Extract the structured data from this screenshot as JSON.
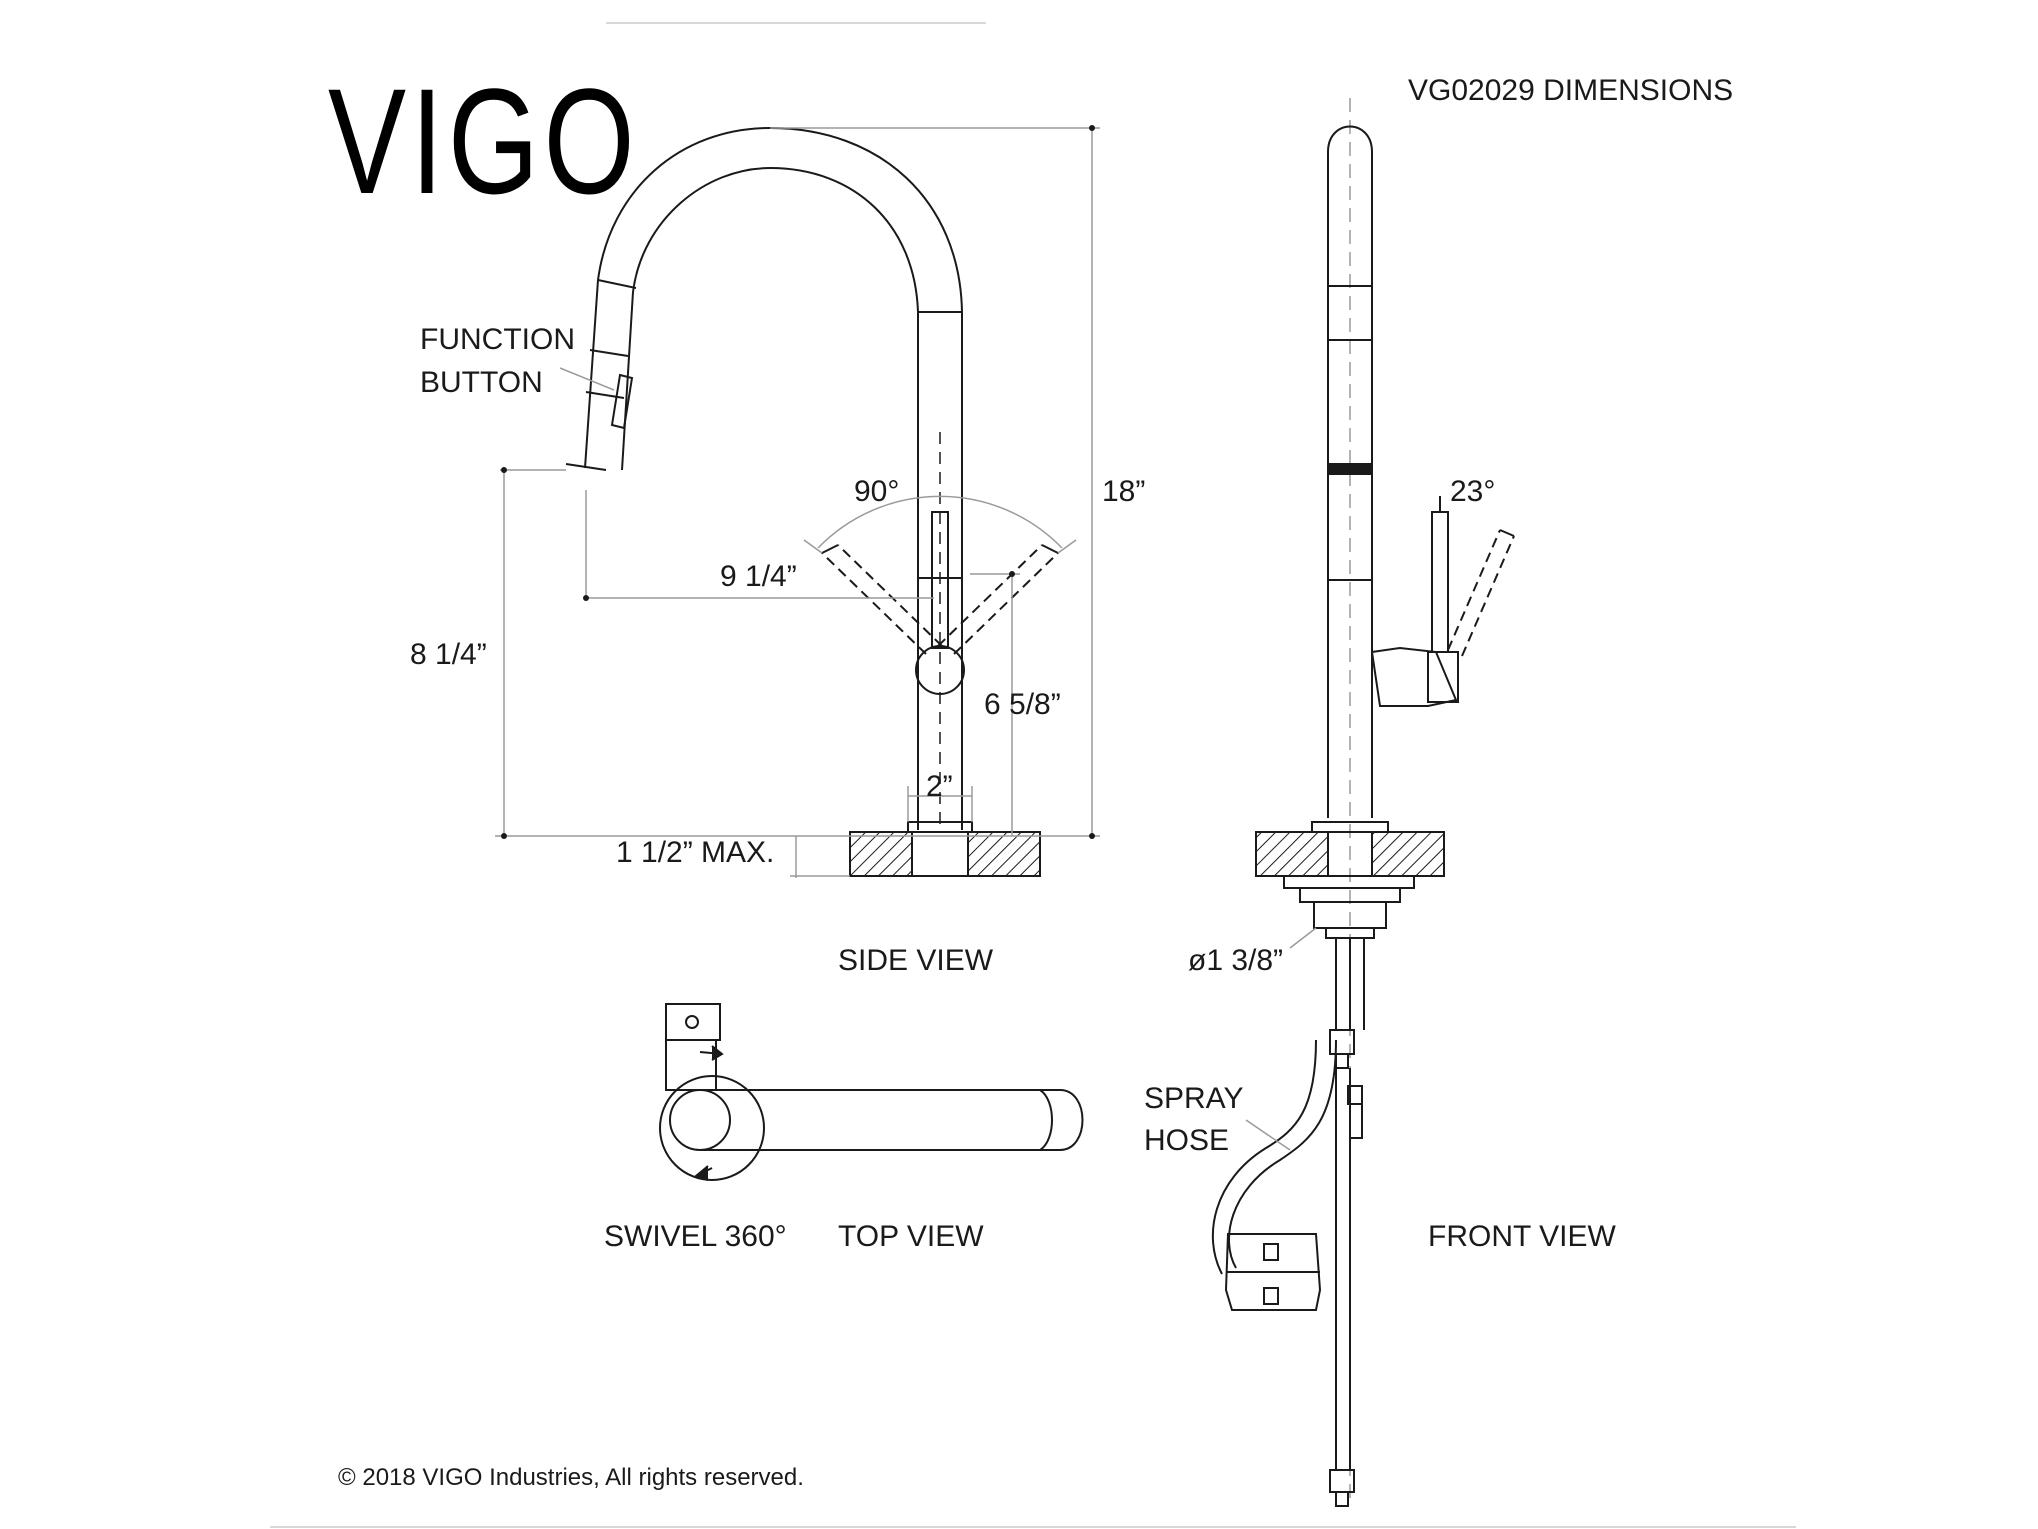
{
  "brand": {
    "logo_text": "VIGO"
  },
  "header": {
    "title": "VG02029 DIMENSIONS"
  },
  "callouts": {
    "function_button_line1": "FUNCTION",
    "function_button_line2": "BUTTON",
    "spray_hose_line1": "SPRAY",
    "spray_hose_line2": "HOSE",
    "swivel": "SWIVEL 360°"
  },
  "dimensions": {
    "lever_angle": "90°",
    "overall_height": "18”",
    "spout_reach": "9 1/4”",
    "spout_clearance": "8 1/4”",
    "lever_height": "6 5/8”",
    "base_diameter": "2”",
    "deck_thickness": "1 1/2” MAX.",
    "handle_tilt": "23°",
    "hole_diameter": "ø1 3/8”"
  },
  "views": {
    "side": "SIDE VIEW",
    "top": "TOP VIEW",
    "front": "FRONT VIEW"
  },
  "footer": {
    "copyright": "© 2018 VIGO Industries, All rights reserved."
  },
  "colors": {
    "ink": "#1a1a1a",
    "dimension_line": "#9a9a9a",
    "rule": "#d8d8d8"
  }
}
